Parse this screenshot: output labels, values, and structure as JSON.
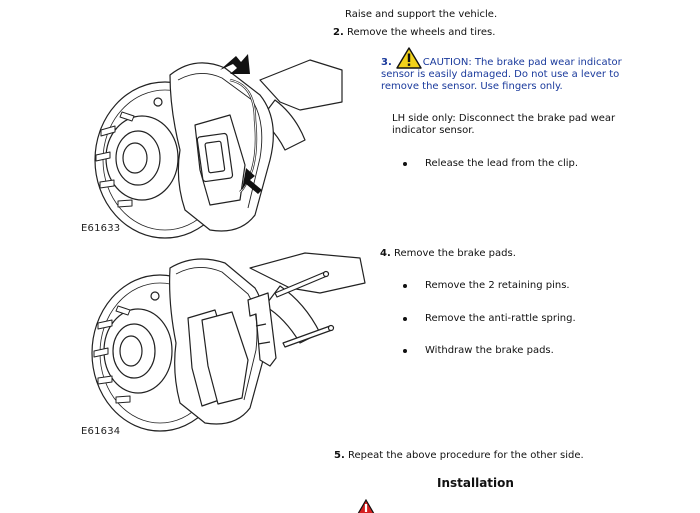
{
  "steps": {
    "step1_text": "Raise and support the vehicle.",
    "step2_num": "2.",
    "step2_text": "Remove the wheels and tires.",
    "step3_num": "3.",
    "caution_line1": "CAUTION: The brake pad wear indicator",
    "caution_line2": "sensor is easily damaged. Do not use a lever to",
    "caution_line3": "remove the sensor. Use fingers only.",
    "lh_line1": "LH side only: Disconnect the brake pad wear",
    "lh_line2": "indicator sensor.",
    "lh_bullet": "Release the lead from the clip.",
    "step4_num": "4.",
    "step4_text": "Remove the brake pads.",
    "step4_bullets": [
      "Remove the 2 retaining pins.",
      "Remove the anti-rattle spring.",
      "Withdraw the brake pads."
    ],
    "step5_num": "5.",
    "step5_text": "Repeat the above procedure for the other side."
  },
  "figures": {
    "fig1_label": "E61633",
    "fig2_label": "E61634"
  },
  "section": {
    "installation_heading": "Installation"
  },
  "icons": {
    "caution": "warning-triangle-icon",
    "caution_color": "#f2d21b",
    "danger_color": "#d42020"
  }
}
